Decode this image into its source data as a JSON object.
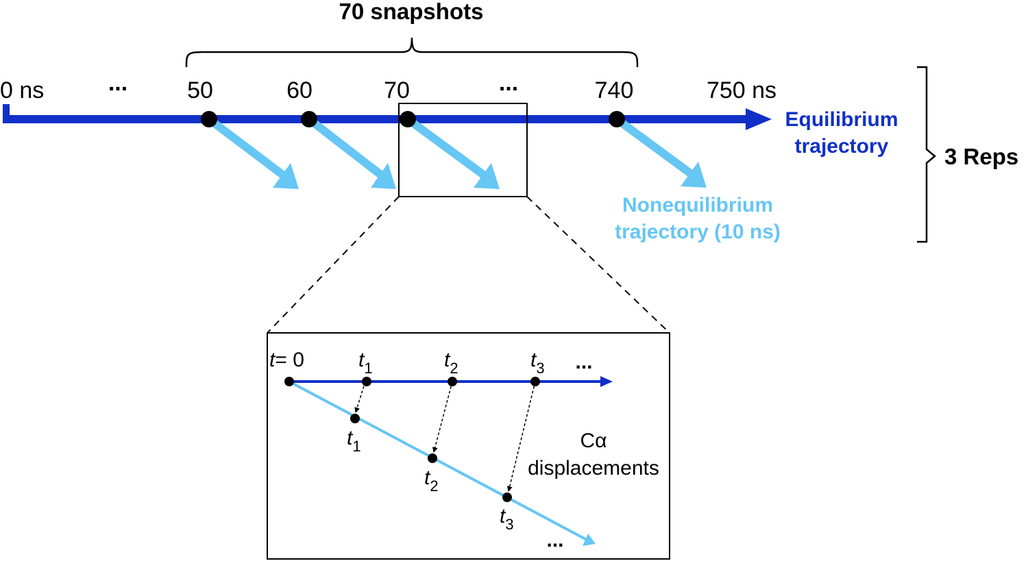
{
  "snapshots_label": "70 snapshots",
  "timeline": {
    "ticks": [
      "0 ns",
      "50",
      "60",
      "70",
      "740",
      "750 ns"
    ],
    "ellipsis": "..."
  },
  "equilibrium": {
    "line1": "Equilibrium",
    "line2": "trajectory",
    "color": "#1130c8"
  },
  "nonequilibrium": {
    "line1": "Nonequilibrium",
    "line2": "trajectory (10 ns)",
    "color": "#66c6f4"
  },
  "reps_label": "3 Reps",
  "inset": {
    "t_symbol": "t",
    "t0_suffix": "= 0",
    "subscripts": [
      "1",
      "2",
      "3"
    ],
    "ellipsis": "...",
    "displacement_line1": "Cα",
    "displacement_line2": "displacements"
  }
}
